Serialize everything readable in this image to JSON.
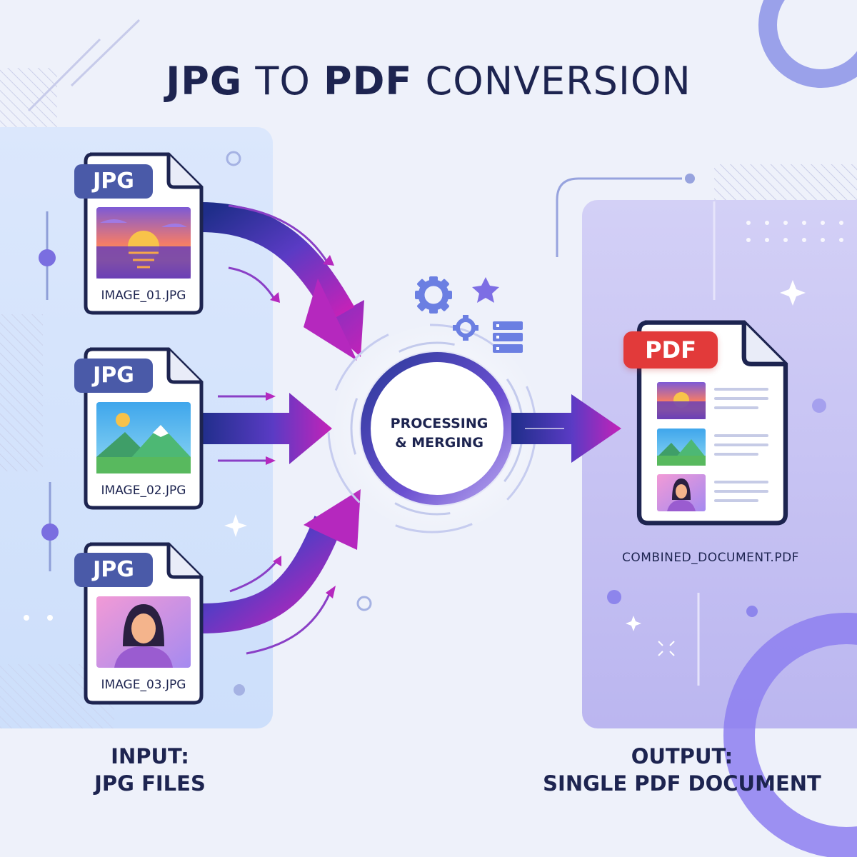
{
  "title": {
    "part1": "JPG",
    "part2": " TO ",
    "part3": "PDF",
    "part4": " CONVERSION"
  },
  "input_files": [
    {
      "tag": "JPG",
      "filename": "IMAGE_01.JPG",
      "thumbnail": "sunset-image-icon"
    },
    {
      "tag": "JPG",
      "filename": "IMAGE_02.JPG",
      "thumbnail": "mountain-landscape-icon"
    },
    {
      "tag": "JPG",
      "filename": "IMAGE_03.JPG",
      "thumbnail": "person-portrait-icon"
    }
  ],
  "process": {
    "line1": "PROCESSING",
    "line2": "& MERGING"
  },
  "output_file": {
    "tag": "PDF",
    "filename": "COMBINED_DOCUMENT.PDF"
  },
  "captions": {
    "input_line1": "INPUT:",
    "input_line2": "JPG FILES",
    "output_line1": "OUTPUT:",
    "output_line2": "SINGLE PDF DOCUMENT"
  },
  "colors": {
    "background": "#eef1fa",
    "input_panel": "#d6e4fb",
    "output_panel": "#c7c3f1",
    "navy": "#1d2450",
    "arrow_start": "#1f2e8a",
    "arrow_end": "#c422b8",
    "pdf_red": "#e23a3a",
    "jpg_tag": "#4a5aa8"
  }
}
